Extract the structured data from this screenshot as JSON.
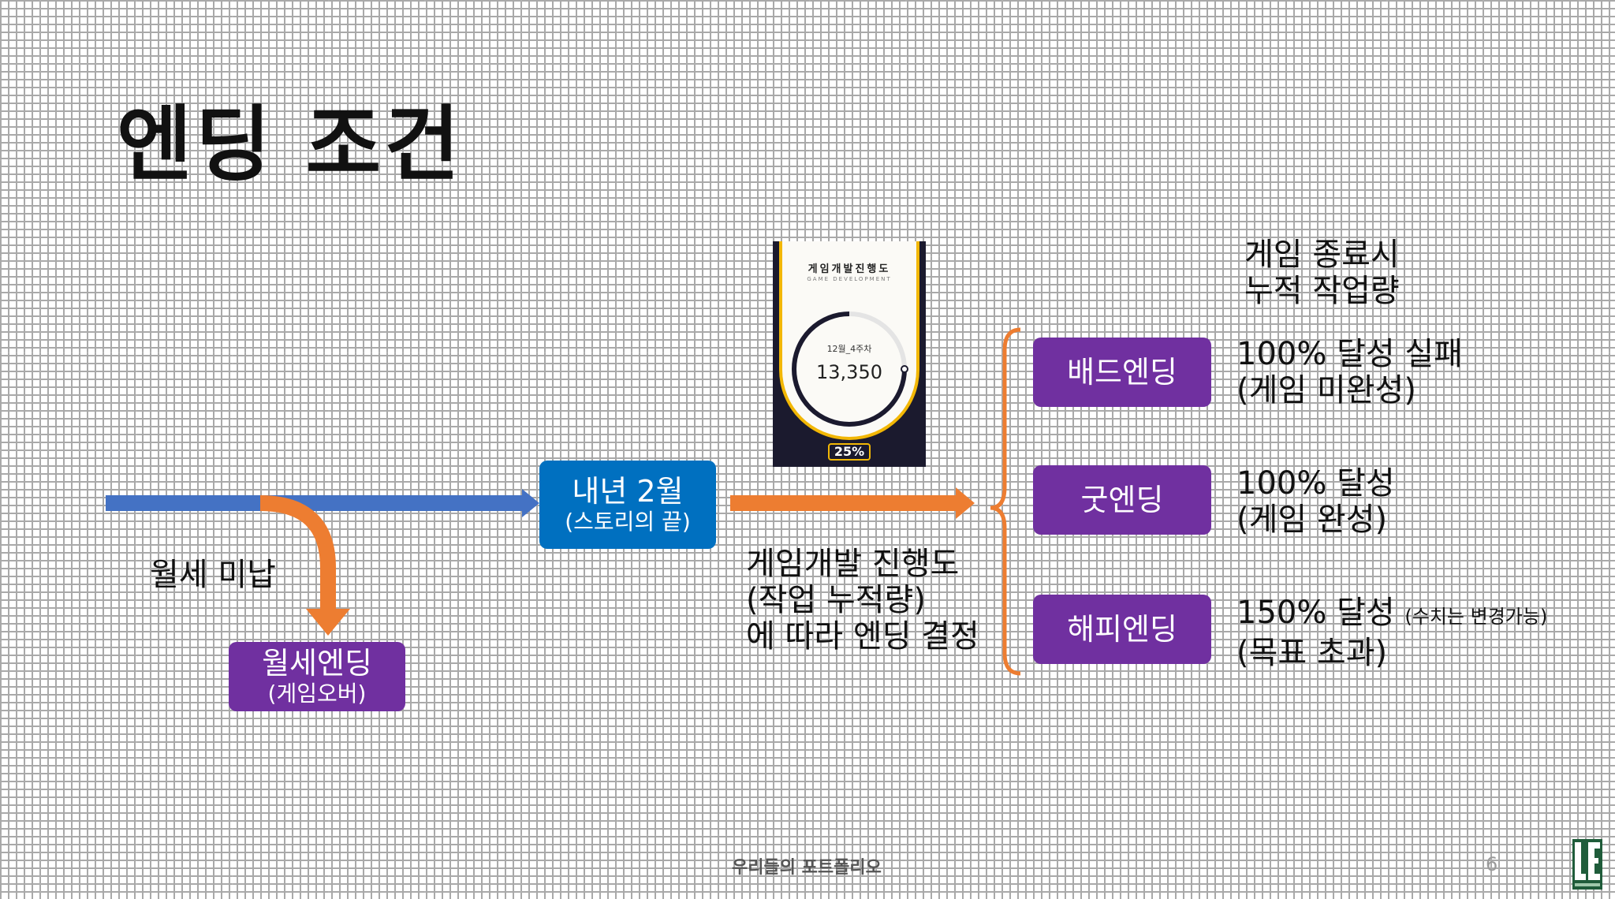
{
  "slide": {
    "title": "엔딩 조건",
    "footer": "우리들의 포트폴리오",
    "page_number": "6"
  },
  "timeline": {
    "branch_label": "월세 미납",
    "rent_ending": {
      "label": "월세엔딩",
      "sub": "(게임오버)"
    },
    "next_feb": {
      "label": "내년 2월",
      "sub": "(스토리의 끝)"
    },
    "decision_lines": [
      "게임개발 진행도",
      "(작업 누적량)",
      "에 따라 엔딩 결정"
    ]
  },
  "phone": {
    "title": "게임개발진행도",
    "subtitle": "GAME DEVELOPMENT",
    "week": "12월_4주차",
    "value": "13,350",
    "percent_label": "25%",
    "progress": 0.25
  },
  "endings": {
    "header_lines": [
      "게임 종료시",
      "누적 작업량"
    ],
    "items": [
      {
        "label": "배드엔딩",
        "condition": "100% 달성 실패",
        "note": "",
        "result": "(게임 미완성)"
      },
      {
        "label": "굿엔딩",
        "condition": "100% 달성",
        "note": "",
        "result": "(게임 완성)"
      },
      {
        "label": "해피엔딩",
        "condition": "150% 달성",
        "note": "(수치는 변경가능)",
        "result": "(목표 초과)"
      }
    ]
  },
  "colors": {
    "purple": "#7030a0",
    "blue_box": "#0070c0",
    "blue_arrow": "#4472c4",
    "orange": "#ed7d31",
    "phone_bg": "#1b1a2e",
    "gold": "#f2b705"
  }
}
